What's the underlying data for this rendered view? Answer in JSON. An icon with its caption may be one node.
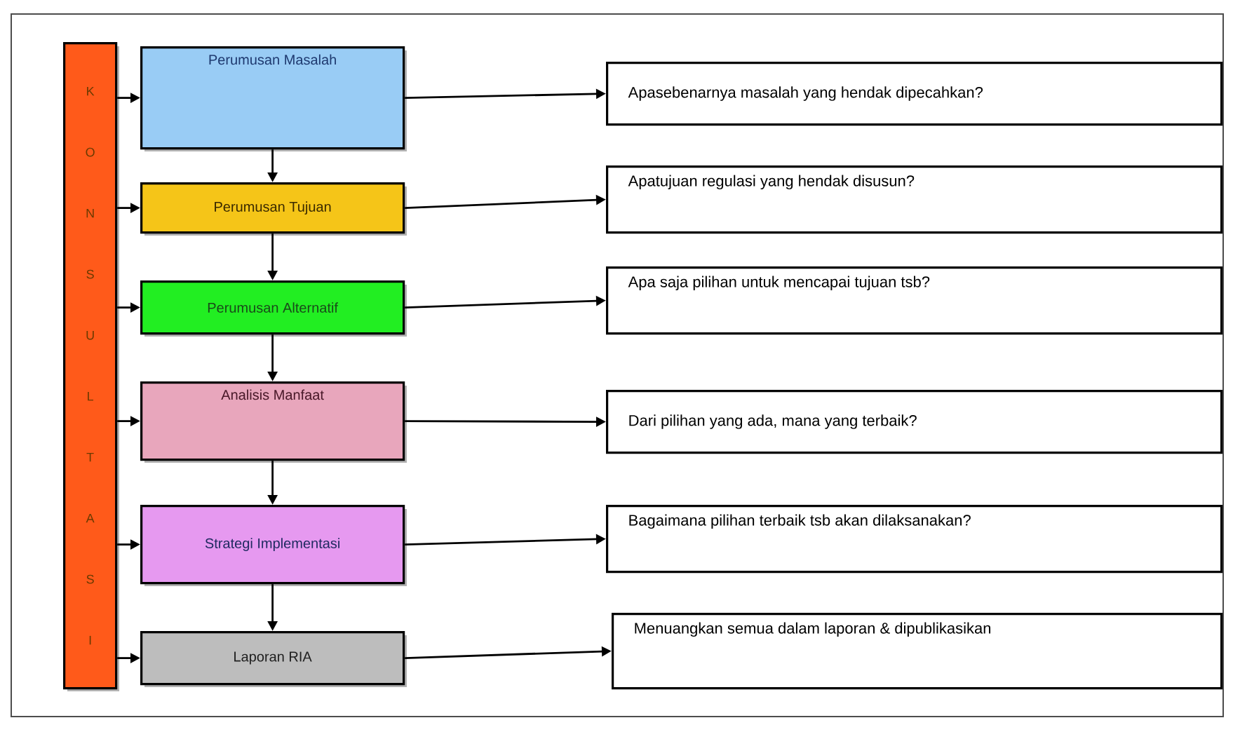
{
  "diagram": {
    "nodes": [
      {
        "text": [
          "K O N S U L T A S I"
        ]
      },
      {
        "text": [
          "Perumusan Masalah"
        ]
      },
      {
        "text": [
          "Perumusan Tujuan"
        ]
      },
      {
        "text": [
          "Perumusan Alternatif"
        ]
      },
      {
        "text": [
          "Analisis Manfaat"
        ]
      },
      {
        "text": [
          "Strategi Implementasi"
        ]
      },
      {
        "text": [
          "Laporan RIA"
        ]
      },
      {
        "text": [
          "Apasebenarnya masalah yang hendak dipecahkan?"
        ]
      },
      {
        "text": [
          "Apatujuan regulasi yang hendak disusun?"
        ]
      },
      {
        "text": [
          "Apa saja pilihan untuk mencapai tujuan tsb?"
        ]
      },
      {
        "text": [
          "Dari pilihan yang ada, mana yang terbaik?"
        ]
      },
      {
        "text": [
          "Bagaimana pilihan terbaik tsb akan dilaksanakan?"
        ]
      },
      {
        "text": [
          "Menuangkan semua dalam laporan & dipublikasikan"
        ]
      }
    ],
    "edges": [
      {
        "from": 0,
        "to": 1,
        "arrow": "to"
      },
      {
        "from": 0,
        "to": 2,
        "arrow": "to"
      },
      {
        "from": 0,
        "to": 3,
        "arrow": "to"
      },
      {
        "from": 0,
        "to": 4,
        "arrow": "to"
      },
      {
        "from": 0,
        "to": 5,
        "arrow": "to"
      },
      {
        "from": 0,
        "to": 6,
        "arrow": "to"
      },
      {
        "from": 1,
        "to": 2,
        "arrow": "to"
      },
      {
        "from": 2,
        "to": 3,
        "arrow": "to"
      },
      {
        "from": 3,
        "to": 4,
        "arrow": "to"
      },
      {
        "from": 4,
        "to": 5,
        "arrow": "to"
      },
      {
        "from": 5,
        "to": 6,
        "arrow": "to"
      },
      {
        "from": 1,
        "to": 7,
        "arrow": "to"
      },
      {
        "from": 2,
        "to": 8,
        "arrow": "to"
      },
      {
        "from": 3,
        "to": 9,
        "arrow": "to"
      },
      {
        "from": 4,
        "to": 10,
        "arrow": "to"
      },
      {
        "from": 5,
        "to": 11,
        "arrow": "to"
      },
      {
        "from": 6,
        "to": 12,
        "arrow": "to"
      }
    ]
  }
}
